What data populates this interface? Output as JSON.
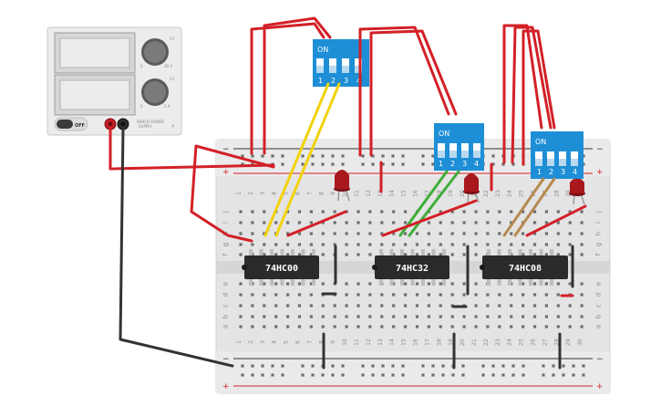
{
  "power_supply": {
    "switch_label": "OFF",
    "brand_line1": "BENCH POWER",
    "brand_line2": "SUPPLY",
    "knob1_top": "CV",
    "knob1_left": "0",
    "knob1_right": "30 V",
    "knob2_top": "CC",
    "knob2_left": "0",
    "knob2_right": "5 A"
  },
  "breadboard": {
    "columns": [
      "1",
      "2",
      "3",
      "4",
      "5",
      "6",
      "7",
      "8",
      "9",
      "10",
      "11",
      "12",
      "13",
      "14",
      "15",
      "16",
      "17",
      "18",
      "19",
      "20",
      "21",
      "22",
      "23",
      "24",
      "25",
      "26",
      "27",
      "28",
      "29",
      "30"
    ],
    "rows_top": [
      "j",
      "i",
      "h",
      "g",
      "f"
    ],
    "rows_bottom": [
      "e",
      "d",
      "c",
      "b",
      "a"
    ],
    "rail_plus": "+",
    "rail_minus": "−"
  },
  "chips": [
    {
      "label": "74HC00"
    },
    {
      "label": "74HC32"
    },
    {
      "label": "74HC08"
    }
  ],
  "dip_switches": [
    {
      "on_label": "ON",
      "numbers": [
        "1",
        "2",
        "3",
        "4"
      ]
    },
    {
      "on_label": "ON",
      "numbers": [
        "1",
        "2",
        "3",
        "4"
      ]
    },
    {
      "on_label": "ON",
      "numbers": [
        "1",
        "2",
        "3",
        "4"
      ]
    }
  ],
  "colors": {
    "wire_red": "#d32027",
    "wire_black": "#333333",
    "wire_yellow": "#f2d20b",
    "wire_green": "#3fae3a",
    "wire_brown": "#b58a52",
    "dip_blue": "#1e8fd6",
    "chip": "#2b2b2b",
    "led": "#a8181c"
  }
}
